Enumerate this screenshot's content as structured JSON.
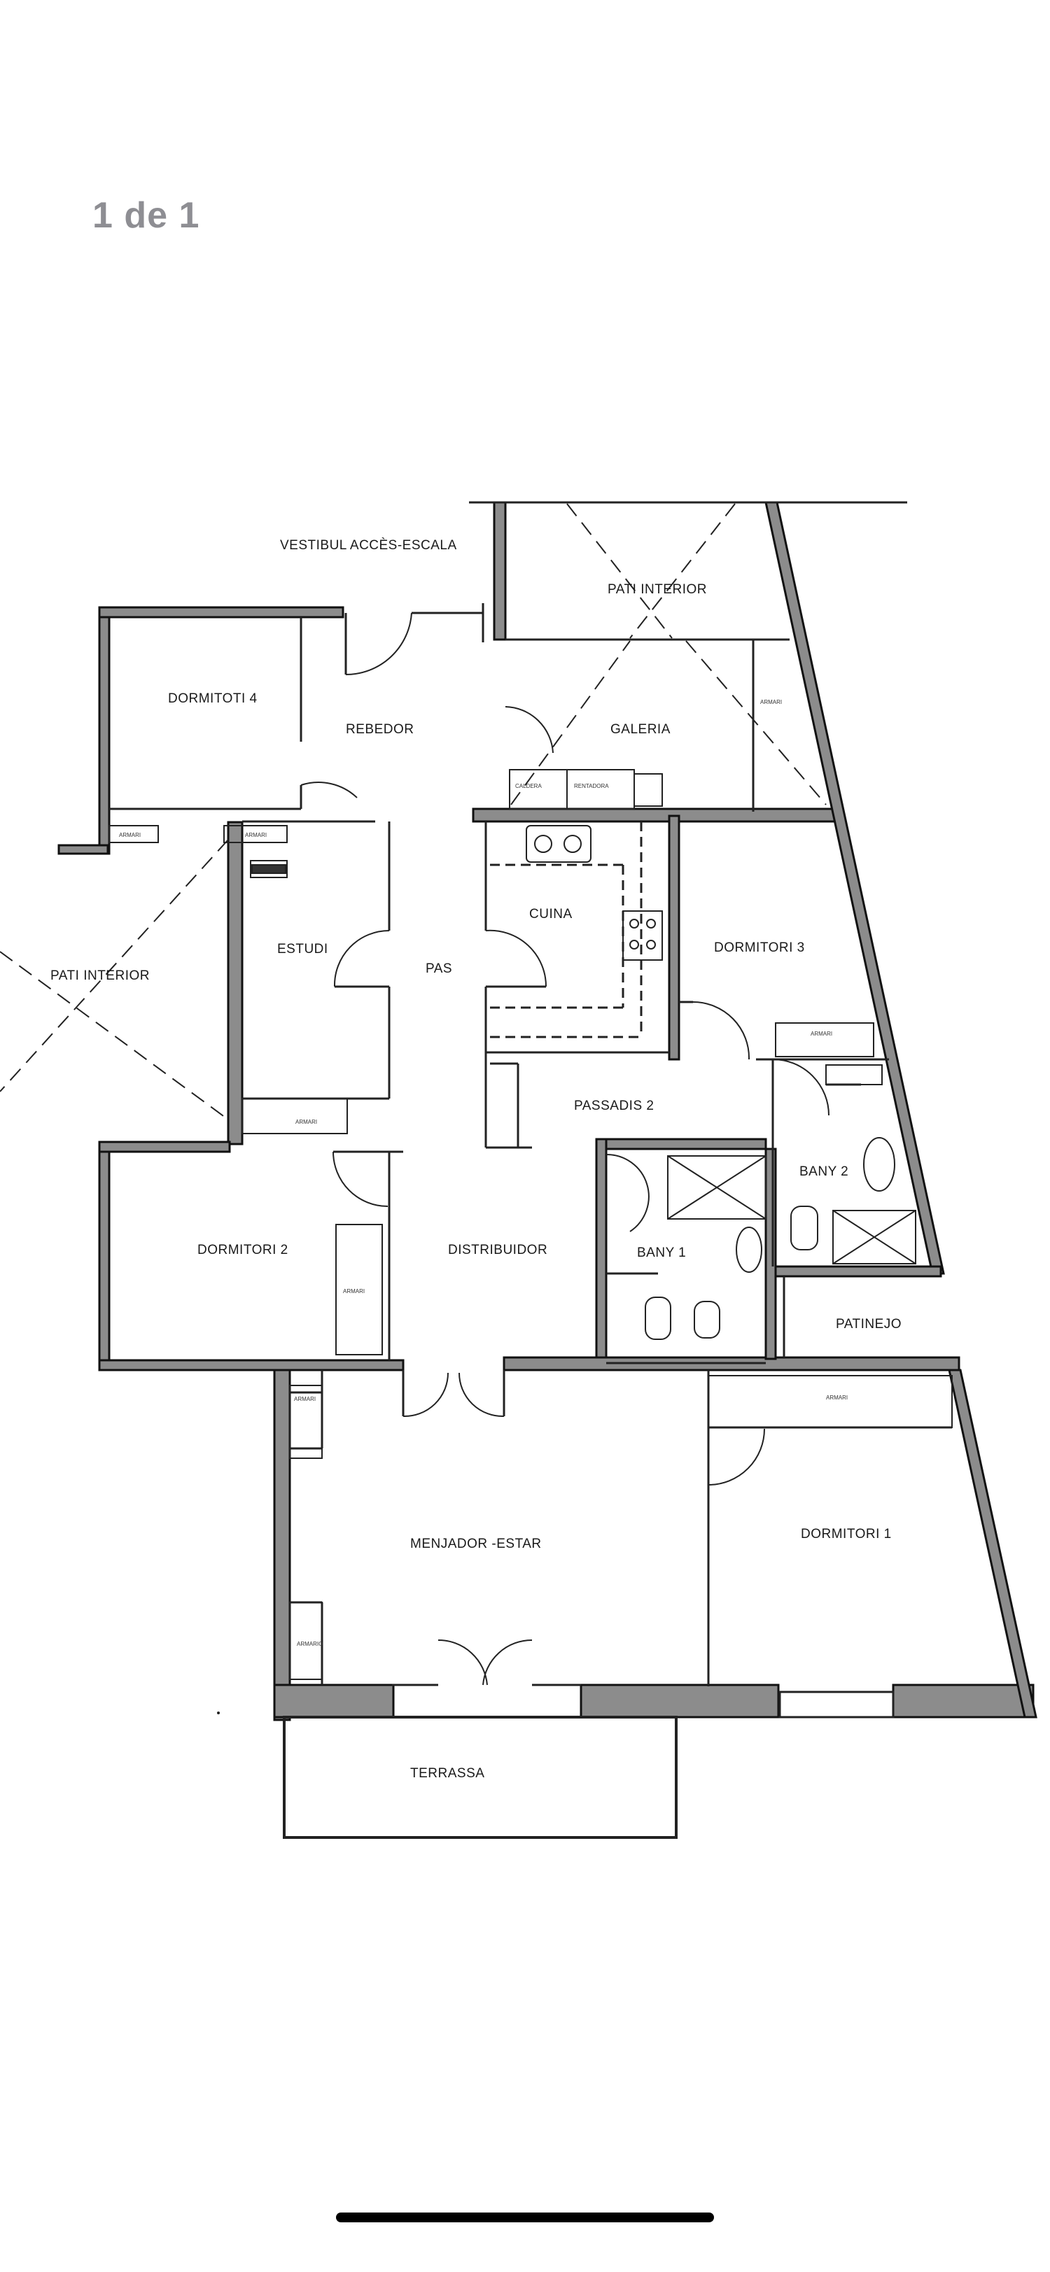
{
  "viewer": {
    "page_counter": "1 de 1"
  },
  "plan": {
    "rooms": {
      "vestibul": "VESTIBUL ACCÈS-ESCALA",
      "pati_interior_top": "PATI INTERIOR",
      "dormitori_4": "DORMITOTI 4",
      "rebedor": "REBEDOR",
      "galeria": "GALERIA",
      "estudi": "ESTUDI",
      "pas": "PAS",
      "cuina": "CUINA",
      "dormitori_3": "DORMITORI 3",
      "pati_interior_left": "PATI INTERIOR",
      "passadis_2": "PASSADIS 2",
      "bany_2": "BANY 2",
      "dormitori_2": "DORMITORI 2",
      "distribuidor": "DISTRIBUIDOR",
      "bany_1": "BANY 1",
      "patinejo": "PATINEJO",
      "menjador_estar": "MENJADOR -ESTAR",
      "dormitori_1": "DORMITORI 1",
      "terrassa": "TERRASSA"
    },
    "fixtures": {
      "armari": "ARMARI",
      "armari_2": "ARMARIO",
      "caldera": "CALDERA",
      "rentadora": "RENTADORA"
    }
  },
  "colors": {
    "wall": "#111111",
    "wall_fill": "#8a8a8a",
    "line": "#222222"
  }
}
